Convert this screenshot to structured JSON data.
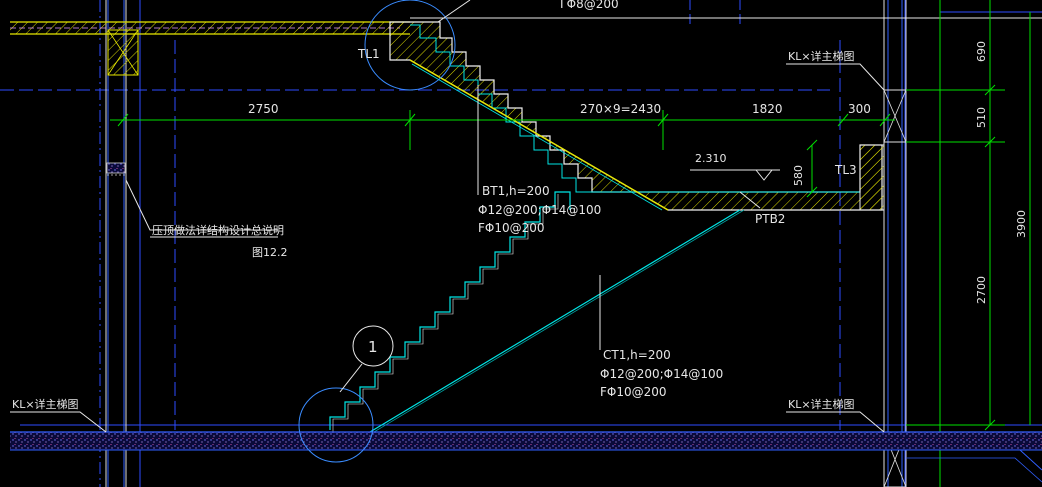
{
  "labels": {
    "top_rebar": "ΓΦ8@200",
    "tl1": "TL1",
    "tl3": "TL3",
    "kl_top_right": "KL×详主梯图",
    "kl_bottom_left": "KL×详主梯图",
    "kl_bottom_right": "KL×详主梯图",
    "bt1_title": "BT1,h=200",
    "bt1_rebar": "Φ12@200;Φ14@100",
    "bt1_dist": "FΦ10@200",
    "ct1_title": "CT1,h=200",
    "ct1_rebar": "Φ12@200;Φ14@100",
    "ct1_dist": "FΦ10@200",
    "ptb2": "PTB2",
    "elevation": "2.310",
    "note_line1": "压顶做法详结构设计总说明",
    "note_line2": "图12.2",
    "detail_marker": "1"
  },
  "dimensions": {
    "d_2750": "2750",
    "d_treads": "270×9=2430",
    "d_1820": "1820",
    "d_300": "300",
    "d_580": "580",
    "v_690": "690",
    "v_510": "510",
    "v_2700": "2700",
    "v_3900": "3900"
  },
  "colors": {
    "background": "#000000",
    "dimension": "#00e000",
    "stair_outline": "#00e5e5",
    "concrete_line": "#f0f0f0",
    "hatch": "#e0e000",
    "axis_blue": "#2e4cff",
    "slab_edge": "#e8e800",
    "ground_hatch": "#5050ff"
  }
}
